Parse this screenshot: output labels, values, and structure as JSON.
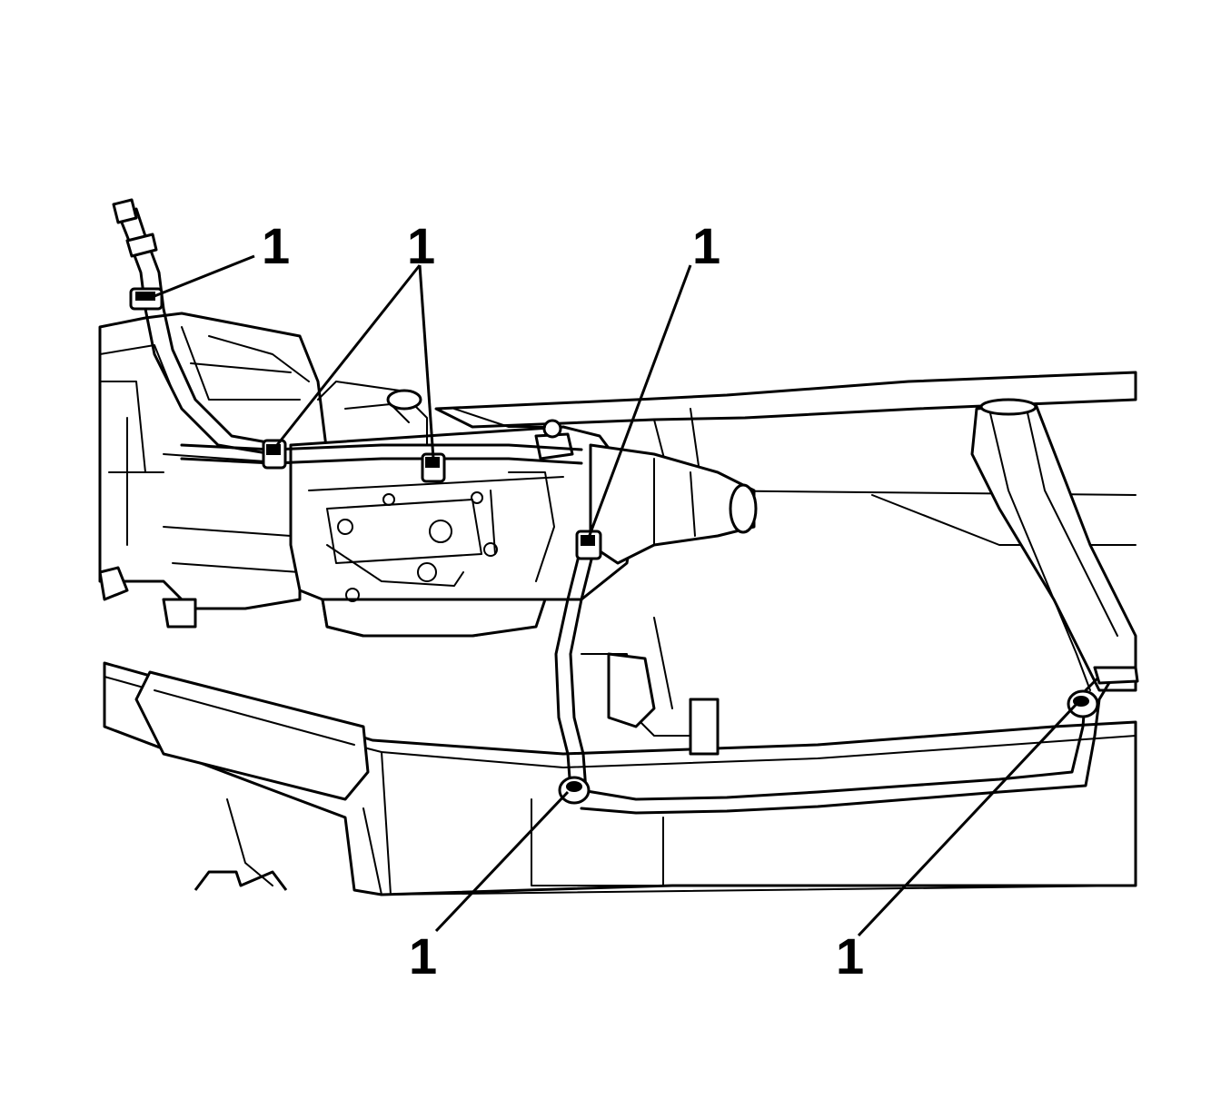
{
  "diagram": {
    "callouts": [
      {
        "id": "c1",
        "label": "1"
      },
      {
        "id": "c2",
        "label": "1"
      },
      {
        "id": "c3",
        "label": "1"
      },
      {
        "id": "c4",
        "label": "1"
      },
      {
        "id": "c5",
        "label": "1"
      }
    ]
  }
}
